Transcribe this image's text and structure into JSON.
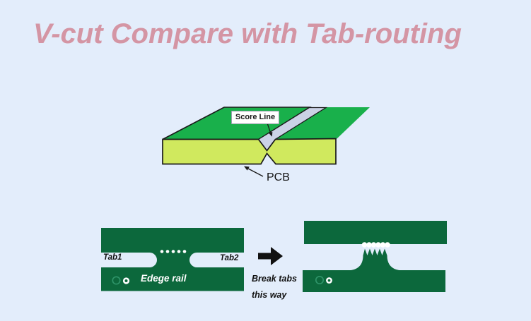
{
  "page": {
    "title": "V-cut Compare with Tab-routing"
  },
  "colors": {
    "background": "#e3edfb",
    "title_pink": "#d495a4",
    "pcb_top_green": "#19b04b",
    "pcb_core_yellow": "#d0e95e",
    "groove_gray": "#cbd2e6",
    "panel_green": "#0c683c",
    "ring_green": "#2f9469",
    "ink": "#111111",
    "label_box_bg": "#ffffff"
  },
  "vcut_illustration": {
    "score_line_label": "Score Line",
    "pcb_label": "PCB"
  },
  "tab_routing": {
    "tab1_label": "Tab1",
    "tab2_label": "Tab2",
    "edge_rail_label": "Edege rail",
    "break_caption_line1": "Break tabs",
    "break_caption_line2": "this way",
    "mouse_bite_dots": 5
  }
}
